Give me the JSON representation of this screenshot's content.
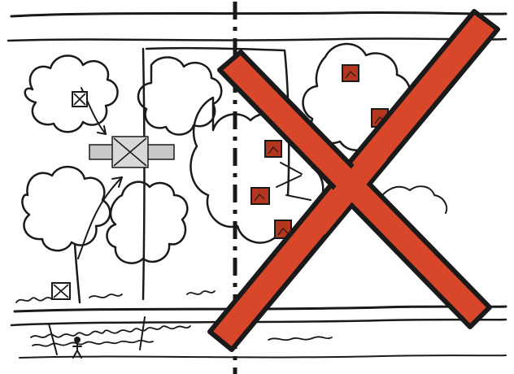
{
  "diagram": {
    "colors": {
      "ink": "#1a1a1a",
      "cross_fill": "#d9472b",
      "marker_fill": "#b5361f",
      "crossing_gray": "#c8c8c8",
      "background": "#ffffff"
    },
    "icons": {
      "cross": "prohibited-x-mark",
      "marker": "boxed-x-marker",
      "figure": "pedestrian-figure"
    }
  }
}
